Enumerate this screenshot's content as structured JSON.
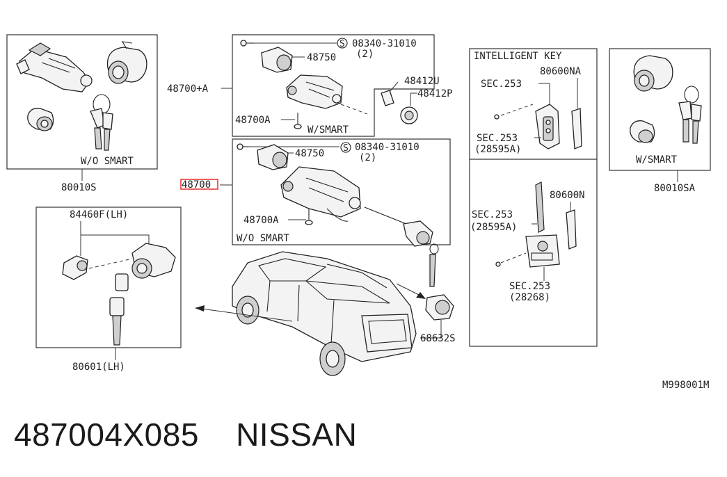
{
  "labels": {
    "box1_assy": "80010S",
    "box1_note": "W/O SMART",
    "ign_assy_a": "48700+A",
    "p48750_a": "48750",
    "screw_a": "08340-31010",
    "screw_a_qty": "(2)",
    "p48700a_a": "48700A",
    "box2_note": "W/SMART",
    "p48412u": "48412U",
    "p48412p": "48412P",
    "ign_assy": "48700",
    "p48750_b": "48750",
    "screw_b": "08340-31010",
    "screw_b_qty": "(2)",
    "p48700a_b": "48700A",
    "box3_note": "W/O SMART",
    "lock_lh": "84460F(LH)",
    "key_lh": "80601(LH)",
    "intelligent_key": "INTELLIGENT KEY",
    "p80600na": "80600NA",
    "sec253_a": "SEC.253",
    "sec253_b": "SEC.253",
    "sec253_b_ref": "(28595A)",
    "sec253_c": "SEC.253",
    "sec253_c_ref": "(28595A)",
    "p80600n": "80600N",
    "sec253_d": "SEC.253",
    "sec253_d_ref": "(28268)",
    "box_smart_note": "W/SMART",
    "box_smart_assy": "80010SA",
    "p68632s": "68632S",
    "ref_code": "M998001M"
  },
  "caption": {
    "part_number": "487004X085",
    "brand": "NISSAN"
  },
  "colors": {
    "highlight": "#e02020",
    "ink": "#222222"
  }
}
